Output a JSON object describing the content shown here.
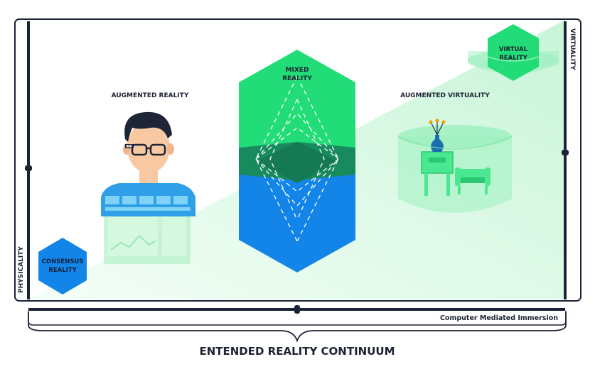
{
  "labels": {
    "augmented_reality": "AUGMENTED REALITY",
    "mixed_reality_line1": "MIXED",
    "mixed_reality_line2": "REALITY",
    "augmented_virtuality": "AUGMENTED VIRTUALITY",
    "virtual_reality_line1": "VIRTUAL",
    "virtual_reality_line2": "REALITY",
    "consensus_reality_line1": "CONSENSUS",
    "consensus_reality_line2": "REALITY",
    "axis_left": "PHYSICALITY",
    "axis_right": "VIRTUALITY",
    "axis_bottom": "Computer Mediated Immersion",
    "title": "ENTENDED REALITY CONTINUUM"
  },
  "colors": {
    "frame": "#1b2436",
    "green_hex": "#22dd77",
    "blue_hex": "#1485e8",
    "overlap": "#178a5e",
    "gradient_light": "#e9fbef",
    "person_shirt": "#2f9fe8",
    "furniture": "#49e891"
  },
  "icons": {
    "person": "person-with-ar-glasses-icon",
    "room": "virtual-room-with-furniture-icon"
  }
}
